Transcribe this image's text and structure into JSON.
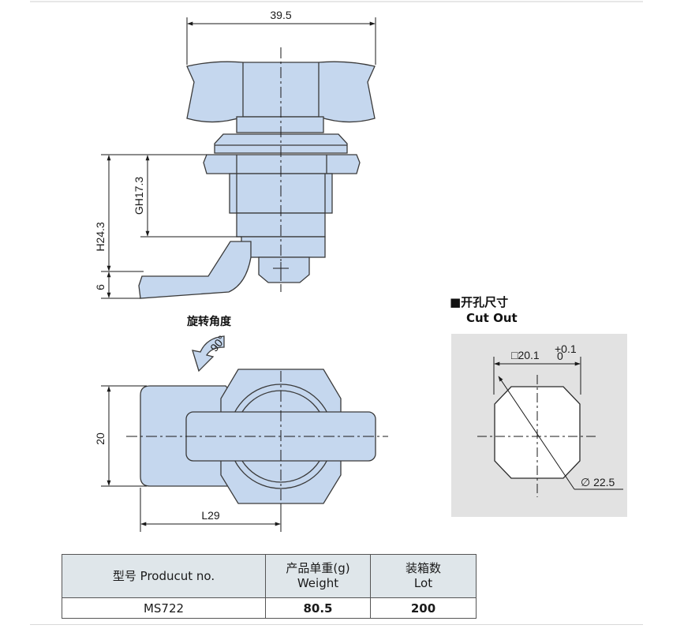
{
  "dimensions": {
    "overall_width": "39.5",
    "grip_height": "GH17.3",
    "height": "H24.3",
    "cam_thickness": "6",
    "body_height": "20",
    "cam_length": "L29"
  },
  "rotation": {
    "label": "旋转角度",
    "angle": "90°"
  },
  "cutout": {
    "title_zh": "■开孔尺寸",
    "title_en": "Cut Out",
    "square_dim": "□20.1",
    "tol_upper": "+0.1",
    "tol_lower": "0",
    "diameter": "∅ 22.5"
  },
  "table": {
    "headers": [
      {
        "line1": "型号 Producut no.",
        "line2": ""
      },
      {
        "line1": "产品单重(g)",
        "line2": "Weight"
      },
      {
        "line1": "装箱数",
        "line2": "Lot"
      }
    ],
    "rows": [
      {
        "model": "MS722",
        "weight": "80.5",
        "lot": "200"
      }
    ]
  },
  "colors": {
    "part_fill": "#c5d7ee",
    "part_stroke": "#3a3a3a",
    "cutout_panel": "#e2e2e2",
    "header_bg": "#dfe6ea"
  }
}
